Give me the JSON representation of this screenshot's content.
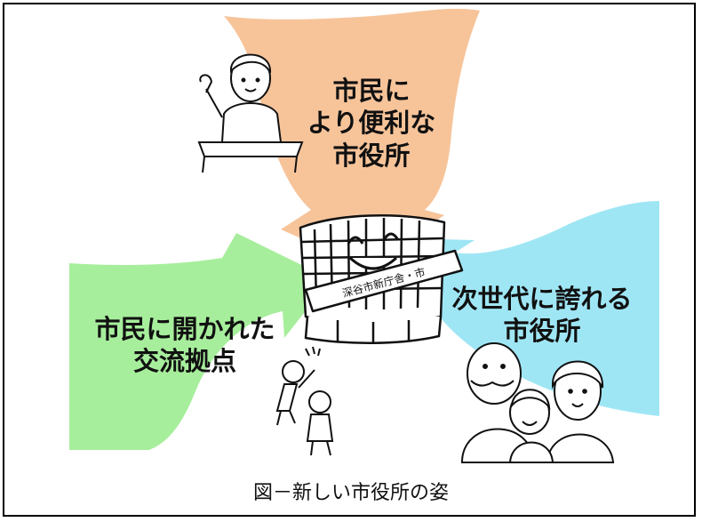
{
  "diagram": {
    "top_label": [
      "市民に",
      "より便利な",
      "市役所"
    ],
    "right_label": [
      "次世代に誇れる",
      "市役所"
    ],
    "left_label": [
      "市民に開かれた",
      "交流拠点"
    ],
    "sash_text": "深谷市新庁舎・市",
    "caption": "図－新しい市役所の姿",
    "colors": {
      "top_arrow": "#f7c49a",
      "right_arrow": "#9fe6f5",
      "left_arrow": "#a7ee9c"
    }
  }
}
